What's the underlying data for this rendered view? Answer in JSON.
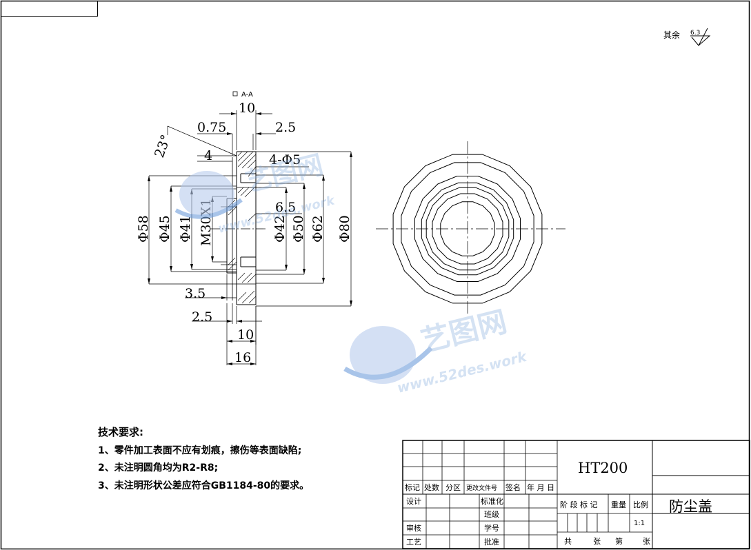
{
  "surface_finish": {
    "label": "其余",
    "value": "6.3"
  },
  "section": {
    "label": "A-A"
  },
  "dims": {
    "d10_top": "10",
    "d0_75": "0.75",
    "d2_5_top": "2.5",
    "angle_23": "23°",
    "d4": "4",
    "holes": "4-Φ5",
    "d6_5": "6.5",
    "dia58": "Φ58",
    "dia45": "Φ45",
    "dia41": "Φ41",
    "thread": "M30X1",
    "dia42": "Φ42",
    "dia50": "Φ50",
    "dia62": "Φ62",
    "dia80": "Φ80",
    "d3_5": "3.5",
    "d2_5_bot": "2.5",
    "d10_bot": "10",
    "d16": "16"
  },
  "tech_req": {
    "title": "技术要求:",
    "items": [
      "1、零件加工表面不应有划痕，擦伤等表面缺陷;",
      "2、未注明圆角均为R2-R8;",
      "3、未注明形状公差应符合GB1184-80的要求。"
    ]
  },
  "title_block": {
    "material": "HT200",
    "part_name": "防尘盖",
    "rev_headers": [
      "标记",
      "处数",
      "分区",
      "更改文件号",
      "签名",
      "年 月 日"
    ],
    "left_labels": [
      "设计",
      "审核",
      "工艺"
    ],
    "mid_labels": [
      "标准化",
      "班级",
      "学号",
      "批准"
    ],
    "stage_headers": [
      "阶 段 标 记",
      "重量",
      "比例"
    ],
    "scale": "1:1",
    "sheet_row": [
      "共",
      "张",
      "第",
      "张"
    ]
  },
  "watermark": {
    "brand": "艺图网",
    "url": "www.52des.work"
  }
}
